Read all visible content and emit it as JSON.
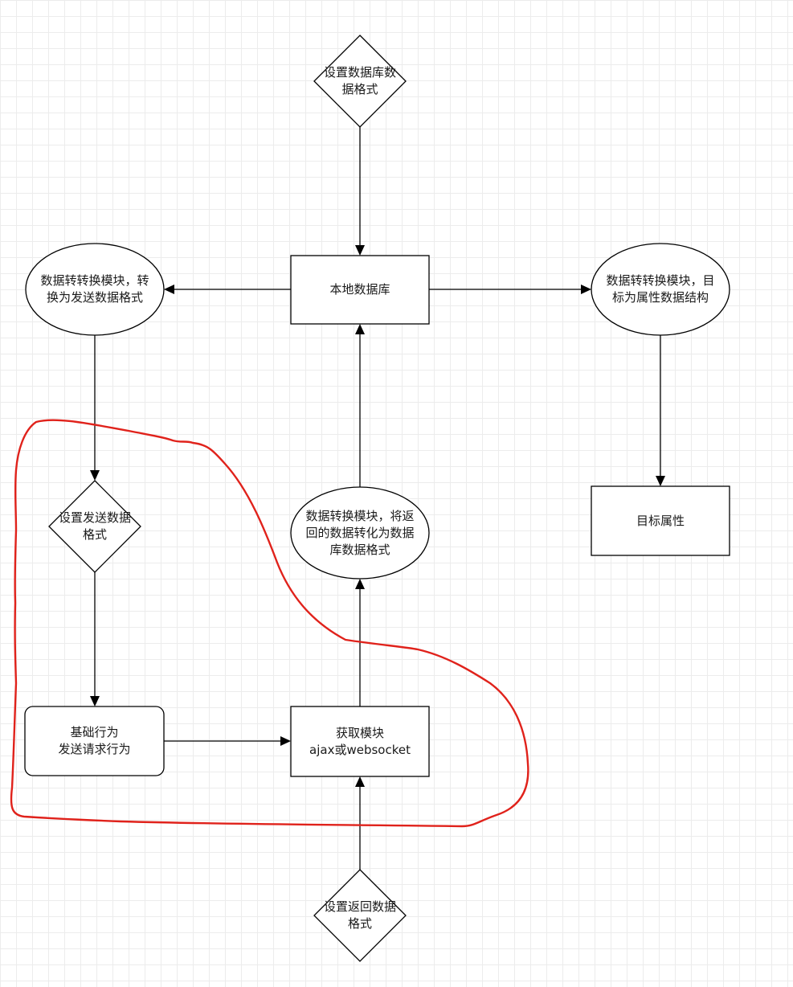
{
  "diagram": {
    "nodes": {
      "set_db_format": "设置数据库数\n据格式",
      "local_db": "本地数据库",
      "convert_send": "数据转转换模块，转\n换为发送数据格式",
      "convert_target": "数据转转换模块，目\n标为属性数据结构",
      "set_send_format": "设置发送数据\n格式",
      "convert_return": "数据转换模块，将返\n回的数据转化为数据\n库数据格式",
      "target_attr": "目标属性",
      "basic_behavior": "基础行为\n发送请求行为",
      "fetch_module": "获取模块\najax或websocket",
      "set_return_format": "设置返回数据\n格式"
    },
    "edges": [
      {
        "from": "set_db_format",
        "to": "local_db"
      },
      {
        "from": "local_db",
        "to": "convert_send"
      },
      {
        "from": "local_db",
        "to": "convert_target"
      },
      {
        "from": "convert_send",
        "to": "set_send_format"
      },
      {
        "from": "convert_target",
        "to": "target_attr"
      },
      {
        "from": "set_send_format",
        "to": "basic_behavior"
      },
      {
        "from": "basic_behavior",
        "to": "fetch_module"
      },
      {
        "from": "fetch_module",
        "to": "convert_return"
      },
      {
        "from": "convert_return",
        "to": "local_db"
      },
      {
        "from": "set_return_format",
        "to": "fetch_module"
      }
    ],
    "colors": {
      "outline": "#000000",
      "highlight": "#e0221b",
      "grid": "#ececec"
    }
  }
}
